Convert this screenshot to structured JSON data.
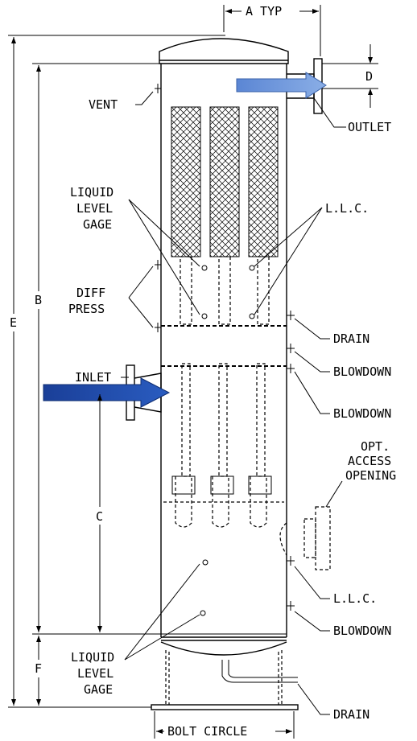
{
  "labels": {
    "a_typ": "A TYP",
    "d": "D",
    "vent": "VENT",
    "outlet": "OUTLET",
    "liquid_level_gage_top": [
      "LIQUID",
      "LEVEL",
      "GAGE"
    ],
    "llc_top": "L.L.C.",
    "b": "B",
    "e": "E",
    "diff_press": [
      "DIFF",
      "PRESS"
    ],
    "drain_mid": "DRAIN",
    "blowdown_1": "BLOWDOWN",
    "inlet": "INLET",
    "blowdown_2": "BLOWDOWN",
    "opt_access_opening": [
      "OPT.",
      "ACCESS",
      "OPENING"
    ],
    "c": "C",
    "llc_bottom": "L.L.C.",
    "blowdown_3": "BLOWDOWN",
    "liquid_level_gage_bottom": [
      "LIQUID",
      "LEVEL",
      "GAGE"
    ],
    "f": "F",
    "drain_bottom": "DRAIN",
    "bolt_circle": "BOLT CIRCLE"
  },
  "colors": {
    "arrow_inlet": "#1f4ea8",
    "arrow_outlet": "#6f97d8",
    "line": "#000000"
  }
}
